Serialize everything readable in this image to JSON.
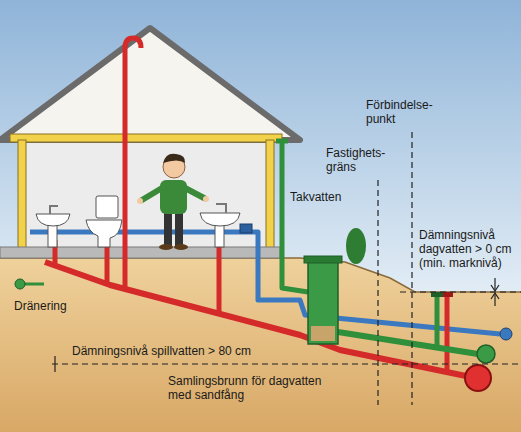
{
  "diagram": {
    "labels": [
      "Förbindelse- punkt",
      "Fastighets- gräns",
      "Takvatten",
      "Dämningsnivå dagvatten > 0 cm (min. marknivå)",
      "Dränering",
      "Dämningsnivå spillvatten > 80 cm",
      "Samlingsbrunn för dagvatten med sandfång"
    ]
  }
}
